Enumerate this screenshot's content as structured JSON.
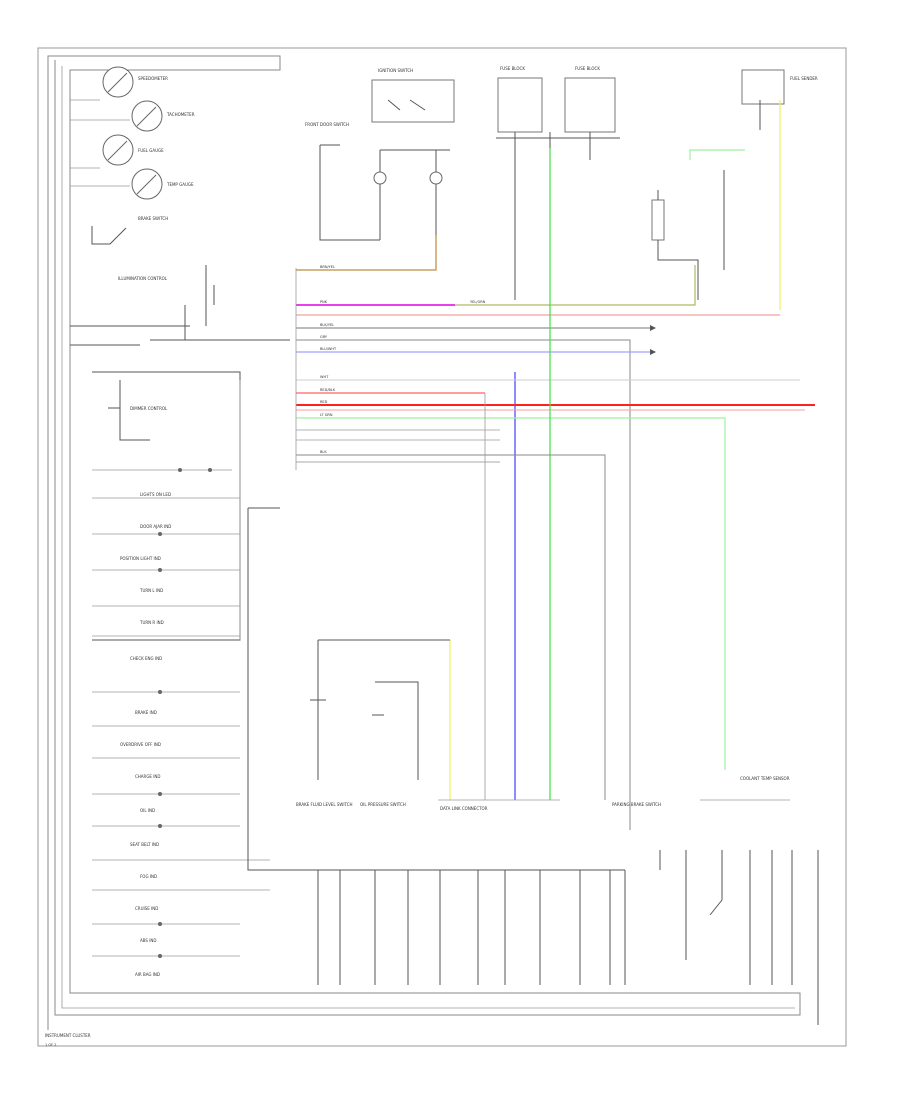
{
  "page": {
    "footer_title": "INSTRUMENT CLUSTER",
    "footer_sub": "1 OF 2"
  },
  "gauges": [
    {
      "label": "SPEEDOMETER"
    },
    {
      "label": "TACHOMETER"
    },
    {
      "label": "FUEL GAUGE"
    },
    {
      "label": "TEMP GAUGE"
    }
  ],
  "switches": {
    "brake_switch": "BRAKE SWITCH",
    "illum_control": "ILLUMINATION CONTROL",
    "dimmer": "DIMMER CONTROL"
  },
  "indicators": [
    {
      "label": "LIGHTS ON LED"
    },
    {
      "label": "DOOR AJAR IND"
    },
    {
      "label": "POSITION LIGHT IND"
    },
    {
      "label": "TURN L IND"
    },
    {
      "label": "TURN R IND"
    },
    {
      "label": "CHECK ENG IND"
    },
    {
      "label": "BRAKE IND"
    },
    {
      "label": "OVERDRIVE OFF IND"
    },
    {
      "label": "CHARGE IND"
    },
    {
      "label": "OIL IND"
    },
    {
      "label": "SEAT BELT IND"
    },
    {
      "label": "FOG IND"
    },
    {
      "label": "CRUISE IND"
    },
    {
      "label": "ABS IND"
    },
    {
      "label": "AIR BAG IND"
    }
  ],
  "top_components": [
    {
      "label": "IGNITION SWITCH"
    },
    {
      "label": "FRONT DOOR SWITCH"
    },
    {
      "label": "FUSE BLOCK"
    },
    {
      "label": "FUSE BLOCK"
    },
    {
      "label": "FUEL SENDER"
    }
  ],
  "bottom_components": [
    {
      "label": "BRAKE FLUID LEVEL SWITCH"
    },
    {
      "label": "OIL PRESSURE SWITCH"
    },
    {
      "label": "DATA LINK CONNECTOR"
    },
    {
      "label": "PARKING BRAKE SWITCH"
    },
    {
      "label": "COOLANT TEMP SENSOR"
    }
  ],
  "wire_labels": [
    {
      "text": "BRN/YEL"
    },
    {
      "text": "PNK"
    },
    {
      "text": "YEL/GRN"
    },
    {
      "text": "BLK/YEL"
    },
    {
      "text": "GRY"
    },
    {
      "text": "BLU/WHT"
    },
    {
      "text": "WHT"
    },
    {
      "text": "RED/BLK"
    },
    {
      "text": "RED"
    },
    {
      "text": "LT GRN"
    },
    {
      "text": "BLK"
    }
  ],
  "colors": {
    "brown": "#c8a060",
    "magenta": "#e000e0",
    "olive": "#b0b860",
    "pink": "#f0a0a0",
    "red": "#ff2020",
    "blue": "#4040ff",
    "purple": "#a0a0ff",
    "green": "#40e040",
    "lightgreen": "#a0f0a0",
    "yellow": "#f0f060",
    "gray": "#8a8a8a"
  }
}
